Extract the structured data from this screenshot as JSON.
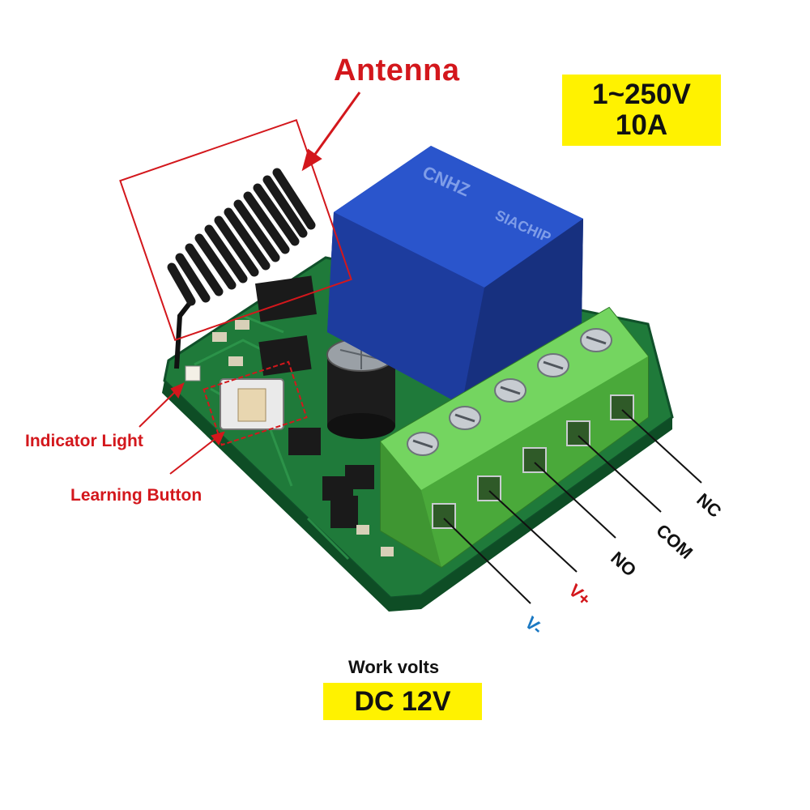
{
  "callouts": {
    "antenna": "Antenna",
    "indicator_light": "Indicator Light",
    "learning_button": "Learning Button"
  },
  "spec": {
    "voltage": "1~250V",
    "current": "10A"
  },
  "work": {
    "label": "Work volts",
    "value": "DC 12V"
  },
  "terminals": {
    "nc": "NC",
    "com": "COM",
    "no": "NO",
    "v_plus": "V+",
    "v_minus": "V-"
  },
  "relay_marking": {
    "brand": "CNHZ",
    "maker": "SIACHIP"
  },
  "colors": {
    "callout_red": "#d3171c",
    "highlight_yellow": "#fff200",
    "pcb_green": "#1f7a3a",
    "relay_blue": "#2246b8",
    "terminal_green": "#5cc24a",
    "v_plus_red": "#d3171c",
    "v_minus_blue": "#1a78c2"
  }
}
